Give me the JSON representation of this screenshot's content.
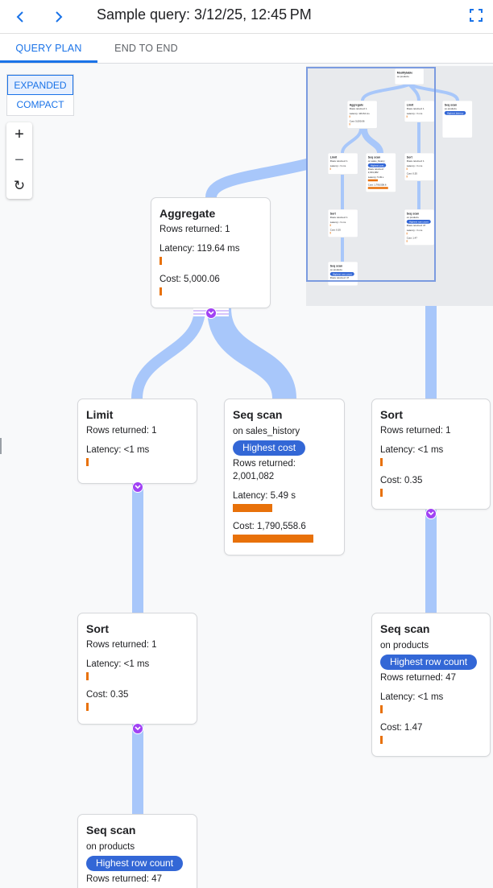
{
  "header": {
    "title": "Sample query: 3/12/25, 12:45 PM",
    "back_icon": "chevron-left-icon",
    "forward_icon": "chevron-right-icon",
    "fullscreen_icon": "fullscreen-icon"
  },
  "tabs": [
    {
      "label": "QUERY PLAN",
      "active": true
    },
    {
      "label": "END TO END",
      "active": false
    }
  ],
  "view_toggle": {
    "expanded": "EXPANDED",
    "compact": "COMPACT",
    "selected": "EXPANDED"
  },
  "zoom_controls": {
    "zoom_in": "+",
    "zoom_out": "−",
    "reset": "↻"
  },
  "colors": {
    "accent": "#1a73e8",
    "edge": "#a8c7fa",
    "bar": "#e8710a",
    "badge": "#3367d6",
    "expand": "#a142f4"
  },
  "nodes": [
    {
      "id": "modifytable",
      "title": "Modifytable",
      "sub": "on products"
    },
    {
      "id": "limit-top",
      "title": "Limit",
      "rows": "Rows returned: 1",
      "latency": "Latency: <1 ms",
      "latency_fill": 0.02
    },
    {
      "id": "aggregate",
      "title": "Aggregate",
      "rows": "Rows returned: 1",
      "latency": "Latency: 119.64 ms",
      "latency_fill": 0.02,
      "cost": "Cost: 5,000.06",
      "cost_fill": 0.02
    },
    {
      "id": "limit",
      "title": "Limit",
      "rows": "Rows returned: 1",
      "latency": "Latency: <1 ms",
      "latency_fill": 0.02
    },
    {
      "id": "seqscan-sales",
      "title": "Seq scan",
      "sub": "on sales_history",
      "badge": "Highest cost",
      "rows": "Rows returned: 2,001,082",
      "latency": "Latency: 5.49 s",
      "latency_fill": 0.49,
      "cost": "Cost: 1,790,558.6",
      "cost_fill": 1.0
    },
    {
      "id": "sort-right",
      "title": "Sort",
      "rows": "Rows returned: 1",
      "latency": "Latency: <1 ms",
      "latency_fill": 0.02,
      "cost": "Cost: 0.35",
      "cost_fill": 0.02
    },
    {
      "id": "sort-left",
      "title": "Sort",
      "rows": "Rows returned: 1",
      "latency": "Latency: <1 ms",
      "latency_fill": 0.02,
      "cost": "Cost: 0.35",
      "cost_fill": 0.02
    },
    {
      "id": "seqscan-products-right",
      "title": "Seq scan",
      "sub": "on products",
      "badge": "Highest row count",
      "rows": "Rows returned: 47",
      "latency": "Latency: <1 ms",
      "latency_fill": 0.02,
      "cost": "Cost: 1.47",
      "cost_fill": 0.02
    },
    {
      "id": "seqscan-products-left",
      "title": "Seq scan",
      "sub": "on products",
      "badge": "Highest row count",
      "rows": "Rows returned: 47"
    }
  ],
  "minimap_extra": [
    {
      "id": "mm-seqscan-top",
      "title": "Seq scan",
      "sub": "on products",
      "badge": "Highest latency"
    }
  ]
}
